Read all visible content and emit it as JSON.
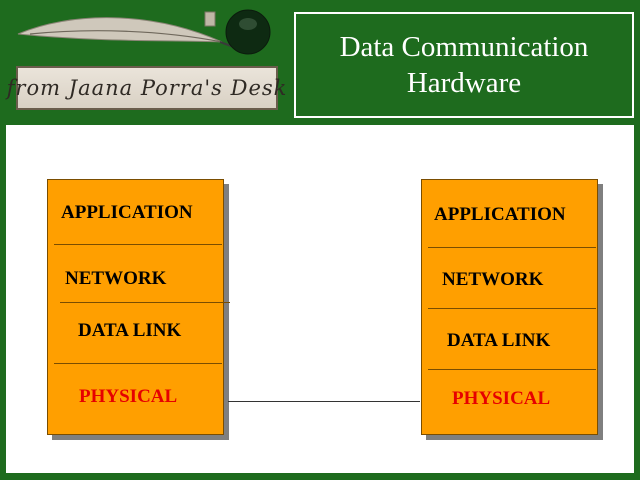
{
  "header": {
    "logo_text": "from Jaana Porra's Desk",
    "logo_icon": "quill-and-inkwell-icon",
    "title_line1": "Data Communication",
    "title_line2": "Hardware"
  },
  "stacks": [
    {
      "layers": [
        {
          "label": "APPLICATION",
          "color": "#000000"
        },
        {
          "label": "NETWORK",
          "color": "#000000"
        },
        {
          "label": "DATA LINK",
          "color": "#000000"
        },
        {
          "label": "PHYSICAL",
          "color": "#e60000"
        }
      ]
    },
    {
      "layers": [
        {
          "label": "APPLICATION",
          "color": "#000000"
        },
        {
          "label": "NETWORK",
          "color": "#000000"
        },
        {
          "label": "DATA LINK",
          "color": "#000000"
        },
        {
          "label": "PHYSICAL",
          "color": "#e60000"
        }
      ]
    }
  ],
  "colors": {
    "background": "#1e6b1e",
    "stack_fill": "#ff9f00",
    "physical_text": "#e60000"
  }
}
